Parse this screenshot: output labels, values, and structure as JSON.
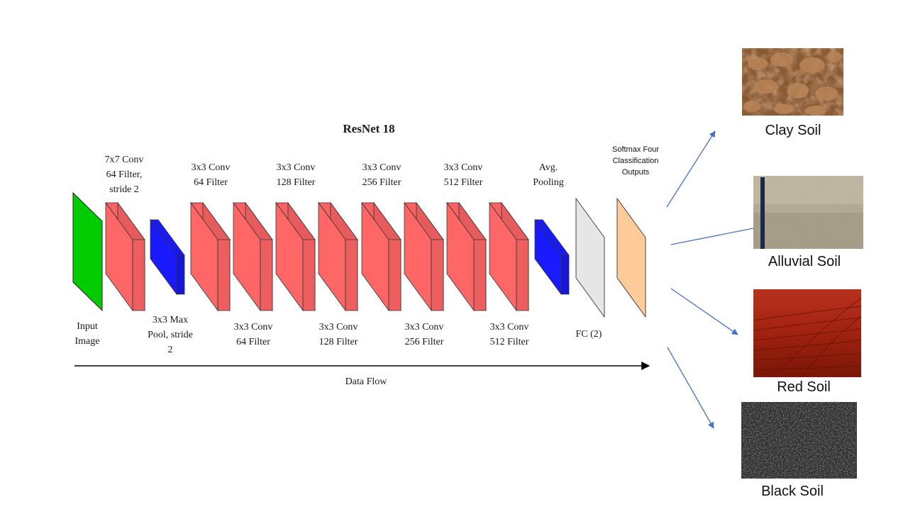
{
  "diagram": {
    "title": "ResNet 18",
    "data_flow": "Data Flow",
    "labels_top": [
      {
        "id": "conv7",
        "lines": [
          "7x7 Conv",
          "64 Filter,",
          "stride 2"
        ]
      },
      {
        "id": "conv64-top",
        "lines": [
          "3x3 Conv",
          "64 Filter"
        ]
      },
      {
        "id": "conv128-top",
        "lines": [
          "3x3 Conv",
          "128 Filter"
        ]
      },
      {
        "id": "conv256-top",
        "lines": [
          "3x3 Conv",
          "256 Filter"
        ]
      },
      {
        "id": "conv512-top",
        "lines": [
          "3x3 Conv",
          "512 Filter"
        ]
      },
      {
        "id": "avgpool",
        "lines": [
          "Avg.",
          "Pooling"
        ]
      }
    ],
    "labels_bottom": [
      {
        "id": "input",
        "lines": [
          "Input",
          "Image"
        ]
      },
      {
        "id": "maxpool",
        "lines": [
          "3x3 Max",
          "Pool, stride",
          "2"
        ]
      },
      {
        "id": "conv64-bot",
        "lines": [
          "3x3 Conv",
          "64 Filter"
        ]
      },
      {
        "id": "conv128-bot",
        "lines": [
          "3x3 Conv",
          "128 Filter"
        ]
      },
      {
        "id": "conv256-bot",
        "lines": [
          "3x3 Conv",
          "256 Filter"
        ]
      },
      {
        "id": "conv512-bot",
        "lines": [
          "3x3 Conv",
          "512 Filter"
        ]
      },
      {
        "id": "fc",
        "lines": [
          "FC (2)"
        ]
      }
    ],
    "softmax_lines": [
      "Softmax Four",
      "Classification",
      "Outputs"
    ],
    "colors": {
      "input": "#00cc00",
      "conv": "#ff6666",
      "pool": "#1a1aff",
      "fc": "#e6e6e6",
      "softmax": "#ffcc99",
      "arrow": "#4472c4"
    }
  },
  "outputs": [
    {
      "name": "Clay Soil",
      "photo": "clay"
    },
    {
      "name": "Alluvial Soil",
      "photo": "alluvial"
    },
    {
      "name": "Red Soil",
      "photo": "red"
    },
    {
      "name": "Black Soil",
      "photo": "black"
    }
  ]
}
